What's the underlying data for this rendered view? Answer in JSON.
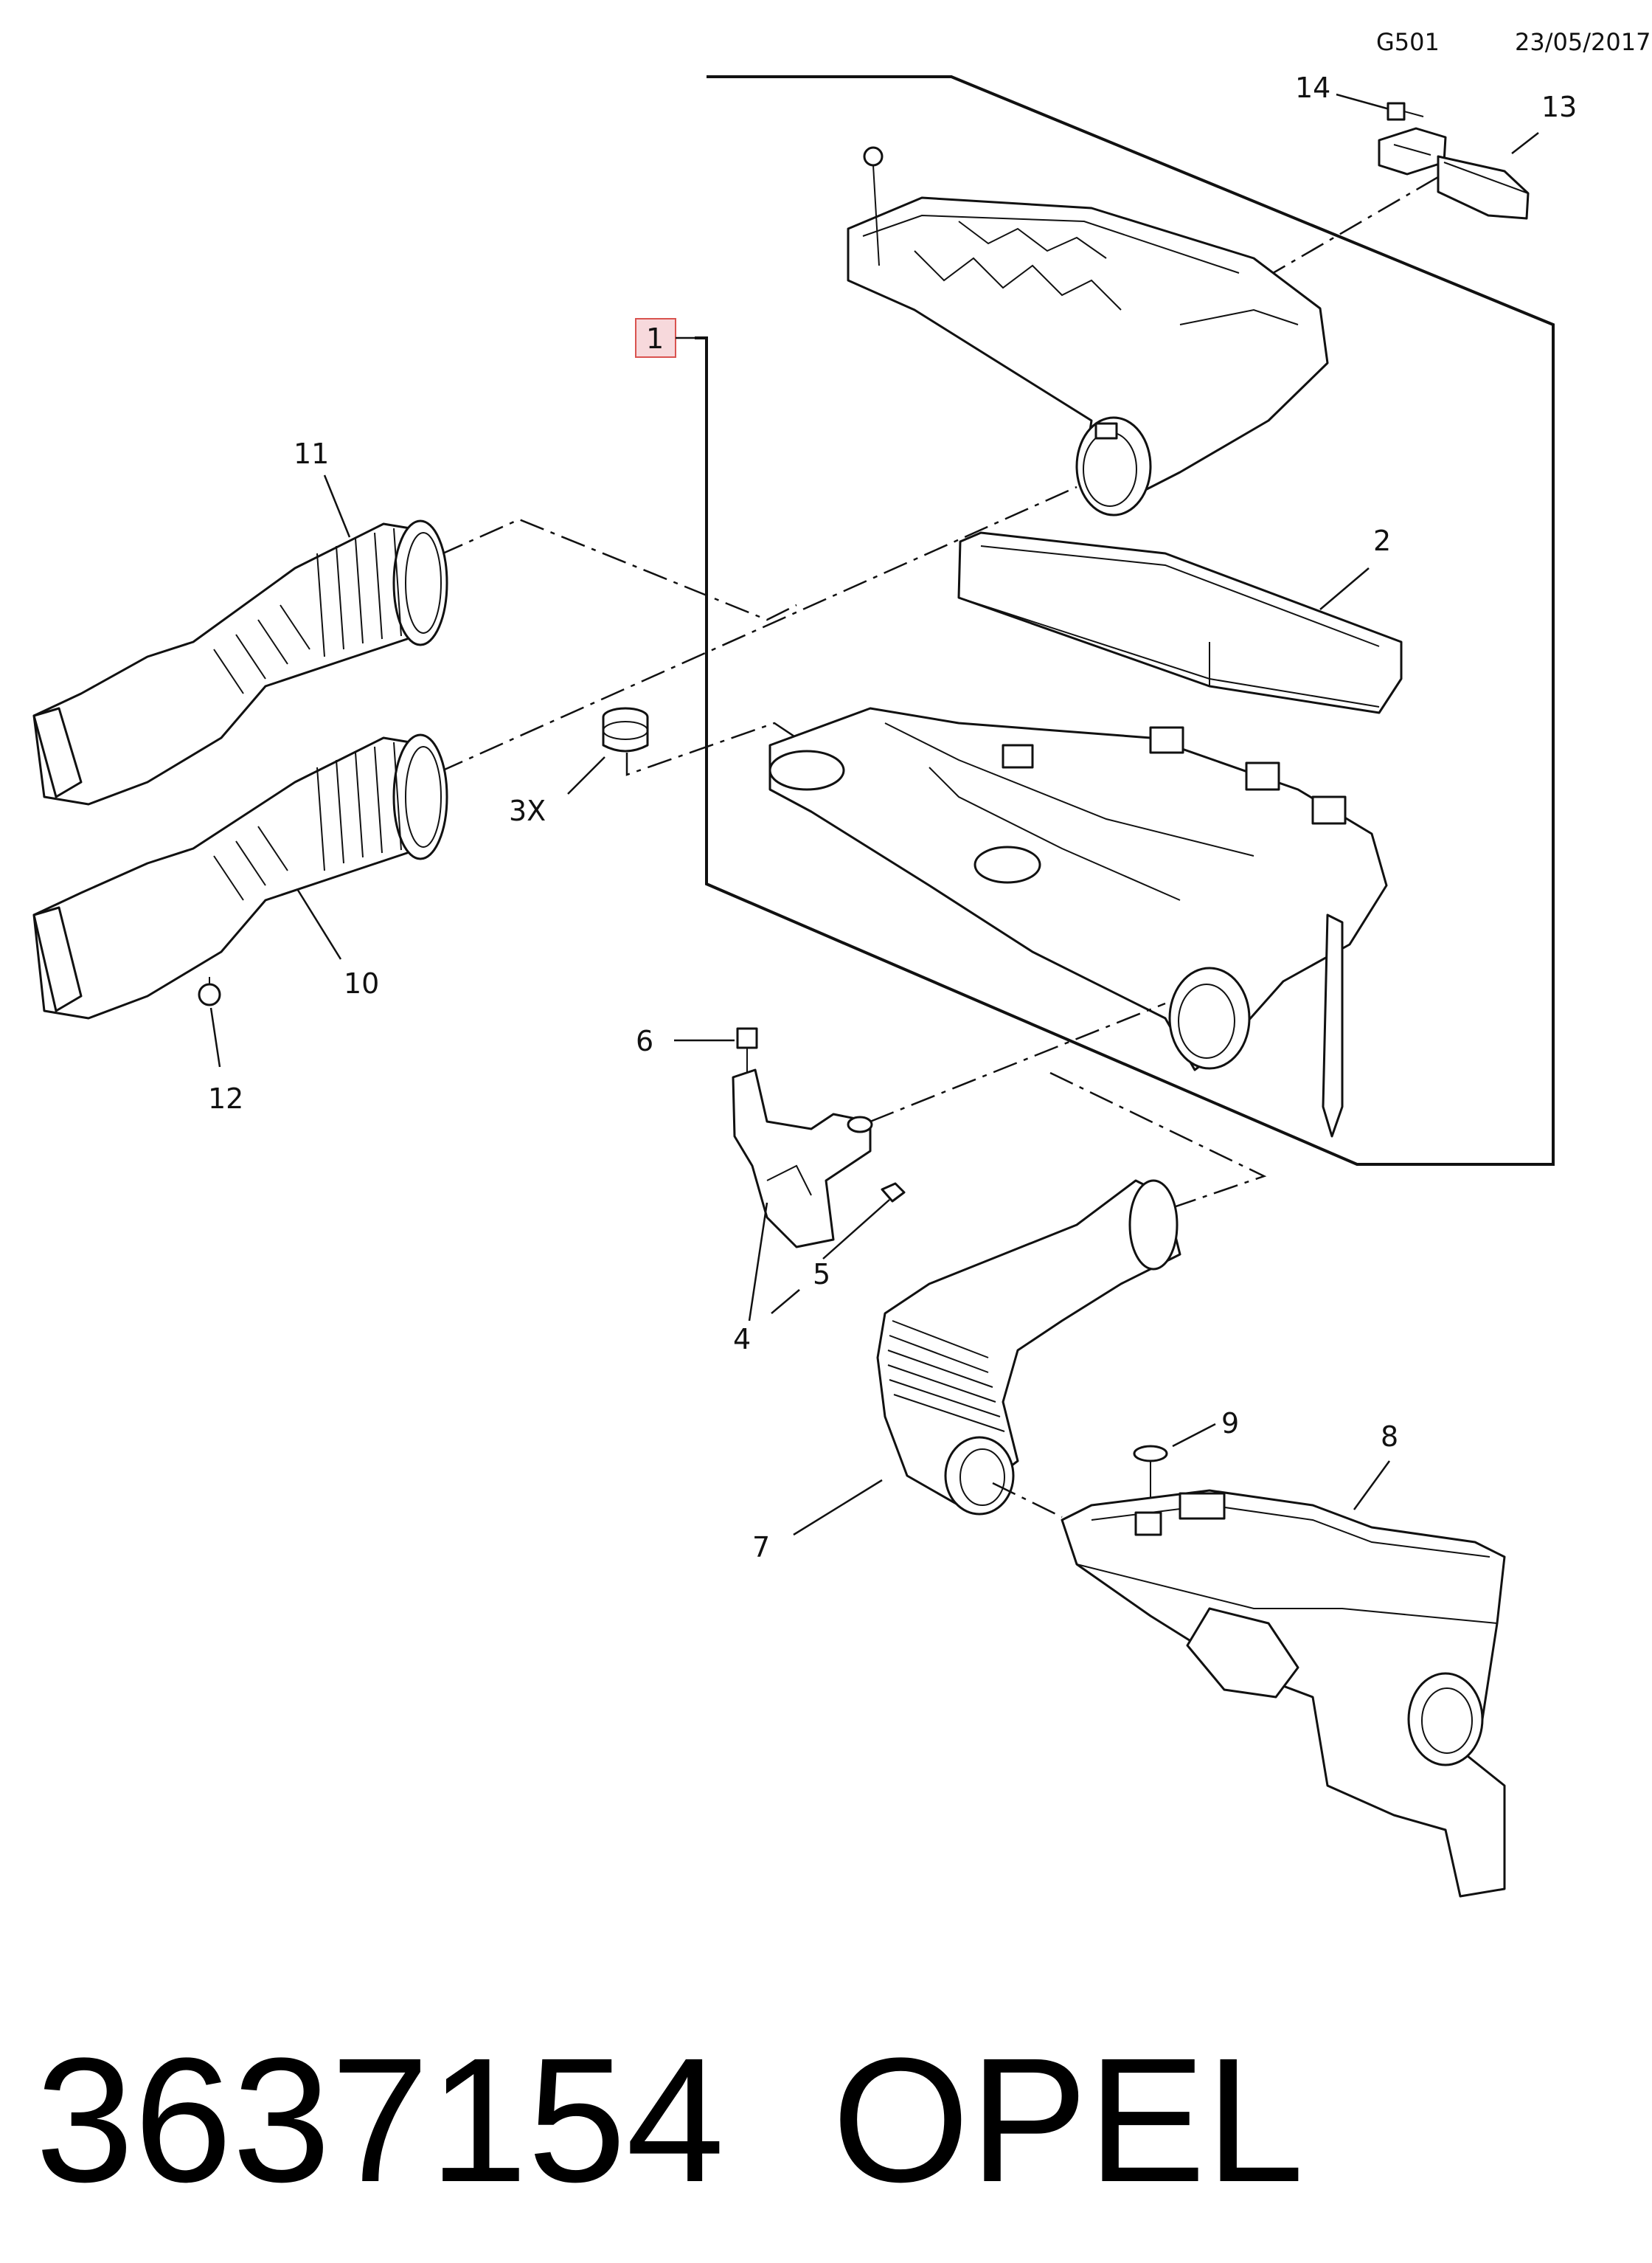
{
  "header": {
    "code": "G501",
    "date": "23/05/2017"
  },
  "callouts": {
    "c1": "1",
    "c2": "2",
    "c3x": "3X",
    "c4": "4",
    "c5": "5",
    "c6": "6",
    "c7": "7",
    "c8": "8",
    "c9": "9",
    "c10": "10",
    "c11": "11",
    "c12": "12",
    "c13": "13",
    "c14": "14"
  },
  "caption": {
    "part_number": "3637154",
    "brand": "OPEL"
  },
  "colors": {
    "highlight_fill": "#f7d9dc",
    "highlight_stroke": "#d9534f",
    "line": "#111111"
  }
}
